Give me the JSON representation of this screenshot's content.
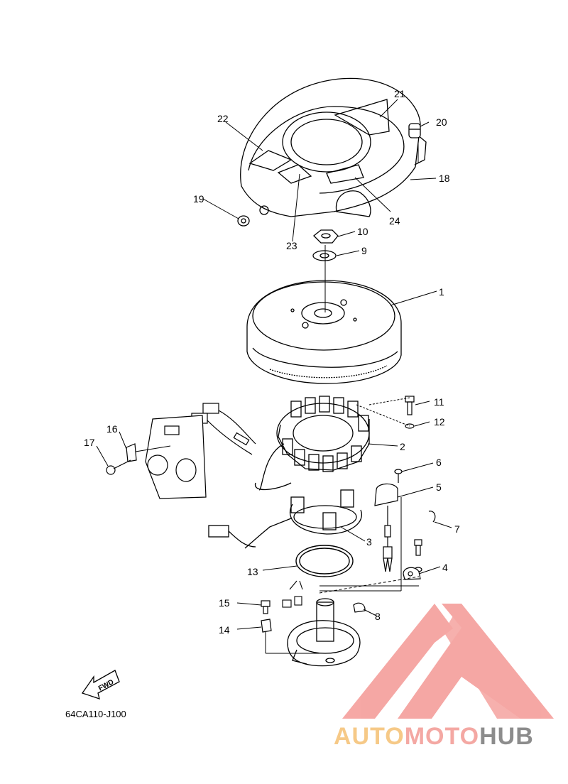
{
  "diagram": {
    "part_code": "64CA110-J100",
    "fwd_label": "FWD",
    "callouts": {
      "c1": "1",
      "c2": "2",
      "c3": "3",
      "c4": "4",
      "c5": "5",
      "c6": "6",
      "c7": "7",
      "c8": "8",
      "c9": "9",
      "c10": "10",
      "c11": "11",
      "c12": "12",
      "c13": "13",
      "c14": "14",
      "c15": "15",
      "c16": "16",
      "c17": "17",
      "c18": "18",
      "c19": "19",
      "c20": "20",
      "c21": "21",
      "c22": "22",
      "c23": "23",
      "c24": "24"
    }
  },
  "watermark": {
    "part1": "AUTO",
    "part2": "MOTO",
    "part3": "HUB",
    "colors": {
      "auto": "#f6c987",
      "moto": "#f4a8a3",
      "hub": "#8c8c8c",
      "triangle": "#f5a3a0"
    }
  }
}
